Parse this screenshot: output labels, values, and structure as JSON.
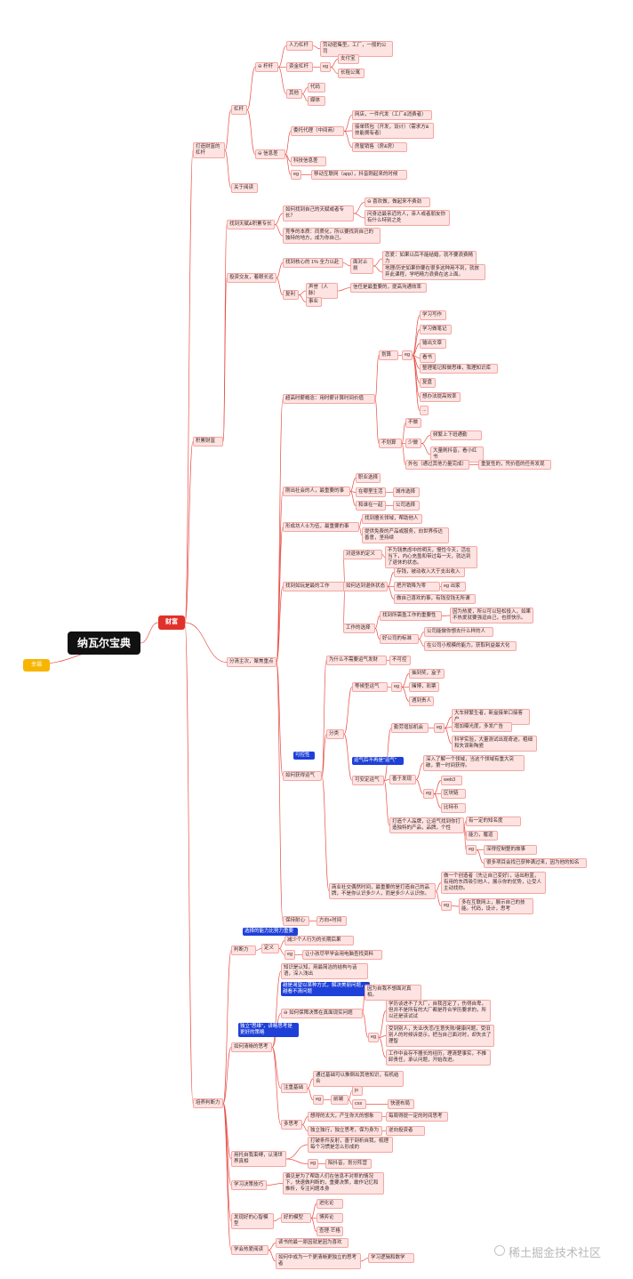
{
  "nodes": [
    {
      "id": "n1",
      "text": "纳瓦尔宝典",
      "cls": "root"
    },
    {
      "id": "n2",
      "text": "财富",
      "cls": "hub"
    },
    {
      "id": "n3",
      "text": "幸福",
      "cls": "yellow"
    },
    {
      "id": "n4",
      "text": "打造财富的杠杆"
    },
    {
      "id": "n5",
      "text": "杠杆"
    },
    {
      "id": "n6",
      "text": "⊖ 杆杆"
    },
    {
      "id": "n7",
      "text": "人力杠杆"
    },
    {
      "id": "n8",
      "text": "劳动密集型，工厂，一般的公司"
    },
    {
      "id": "n9",
      "text": "资金杠杆"
    },
    {
      "id": "n10",
      "text": "eg"
    },
    {
      "id": "n11",
      "text": "支付宝"
    },
    {
      "id": "n12",
      "text": "长租公寓"
    },
    {
      "id": "n13",
      "text": "其他"
    },
    {
      "id": "n14",
      "text": "代码"
    },
    {
      "id": "n15",
      "text": "媒体"
    },
    {
      "id": "n16",
      "text": "⊖ 信息差"
    },
    {
      "id": "n17",
      "text": "委托代理（中间商）"
    },
    {
      "id": "n18",
      "text": "网店，一件代发（工厂&消费者）"
    },
    {
      "id": "n19",
      "text": "接单转包（开发，设计）（需求方&技能拥有者）"
    },
    {
      "id": "n20",
      "text": "房屋销售（房&房）"
    },
    {
      "id": "n21",
      "text": "科技信息差"
    },
    {
      "id": "n22",
      "text": "eg"
    },
    {
      "id": "n23",
      "text": "移动互联网（app），抖音刚起来的时候"
    },
    {
      "id": "n24",
      "text": "关于阅读"
    },
    {
      "id": "n25",
      "text": "找到天赋&积累专长"
    },
    {
      "id": "n26",
      "text": "如何找到自己的天赋或者专长？"
    },
    {
      "id": "n27",
      "text": "⊖ 喜欢做，做起来不费劲"
    },
    {
      "id": "n28",
      "text": "问身边最亲近的人，亲人或者朋友你有什么特别之处"
    },
    {
      "id": "n29",
      "text": "竞争的本质：同质化，所以要找到自己的独特的地方，成为你自己。"
    },
    {
      "id": "n30",
      "text": "投资交友，着眼长远"
    },
    {
      "id": "n31",
      "text": "找到核心的 1% 全力以赴"
    },
    {
      "id": "n32",
      "text": "面对止损"
    },
    {
      "id": "n33",
      "text": "恋爱：如果以后不能结婚，就不要浪费精力"
    },
    {
      "id": "n34",
      "text": "地理/历史如果你要在很多这种用不到，就放弃此课程，学吧精力浪费在这上面。"
    },
    {
      "id": "n35",
      "text": "复利"
    },
    {
      "id": "n36",
      "text": "声誉（人脉）"
    },
    {
      "id": "n37",
      "text": "信任是最重要的，提高沟通效率"
    },
    {
      "id": "n38",
      "text": "事业"
    },
    {
      "id": "n39",
      "text": "积累财富"
    },
    {
      "id": "n40",
      "text": "超高时薪概念：用时薪计算时间价值"
    },
    {
      "id": "n41",
      "text": "划算"
    },
    {
      "id": "n42",
      "text": "eg"
    },
    {
      "id": "n43",
      "text": "学习写作"
    },
    {
      "id": "n44",
      "text": "学习做笔记"
    },
    {
      "id": "n45",
      "text": "输出文章"
    },
    {
      "id": "n46",
      "text": "看书"
    },
    {
      "id": "n47",
      "text": "整理笔记和做思维，我理知识库"
    },
    {
      "id": "n48",
      "text": "复盘"
    },
    {
      "id": "n49",
      "text": "想办法提高效率"
    },
    {
      "id": "n50",
      "text": "..."
    },
    {
      "id": "n51",
      "text": "不划算"
    },
    {
      "id": "n52",
      "text": "不做"
    },
    {
      "id": "n53",
      "text": "少做"
    },
    {
      "id": "n54",
      "text": "频繁上下班通勤"
    },
    {
      "id": "n55",
      "text": "大量刷抖音，看小红书"
    },
    {
      "id": "n56",
      "text": "外包（通过其他力量完成）"
    },
    {
      "id": "n57",
      "text": "重复性的，凭价值的任务发现"
    },
    {
      "id": "n58",
      "text": "刚出社会的人，最重要的事"
    },
    {
      "id": "n59",
      "text": "职业选择"
    },
    {
      "id": "n60",
      "text": "在哪里生活"
    },
    {
      "id": "n61",
      "text": "城市选择"
    },
    {
      "id": "n62",
      "text": "和谁在一起"
    },
    {
      "id": "n63",
      "text": "公司选择"
    },
    {
      "id": "n64",
      "text": "形成坊人士为伍，最重要的事"
    },
    {
      "id": "n65",
      "text": "找到擅长领域，帮助他人"
    },
    {
      "id": "n66",
      "text": "提供免费的产品或服务，向世界传达善意，坚持续"
    },
    {
      "id": "n67",
      "text": "分清主次，聚焦重点"
    },
    {
      "id": "n68",
      "text": "找到如玩是最的工作"
    },
    {
      "id": "n69",
      "text": "对退休的定义"
    },
    {
      "id": "n70",
      "text": "不为钱焦虑中的明天，慢性今天，活在当下，内心充盈和带过每一天，就达到了退休的状态。"
    },
    {
      "id": "n71",
      "text": "如何达到退休状态"
    },
    {
      "id": "n72",
      "text": "存钱，被动收入大于支出收入"
    },
    {
      "id": "n73",
      "text": "把开销降为零"
    },
    {
      "id": "n74",
      "text": "eg 出家"
    },
    {
      "id": "n75",
      "text": "做自己喜欢的事，有钱没钱无所谓"
    },
    {
      "id": "n76",
      "text": "工作的选择"
    },
    {
      "id": "n77",
      "text": "找到所需盈工作的重要性"
    },
    {
      "id": "n78",
      "text": "因为热爱，所以可以轻松投入，如果不热爱就要强迫自己，也很快乐。"
    },
    {
      "id": "n79",
      "text": "好公司的标准"
    },
    {
      "id": "n80",
      "text": "公司能做你想去什么样的人"
    },
    {
      "id": "n81",
      "text": "在公司小规模的能力，获取利益最大化"
    },
    {
      "id": "n82",
      "text": "为什么不需要运气发财"
    },
    {
      "id": "n83",
      "text": "不可控"
    },
    {
      "id": "n84",
      "text": "等候型运气"
    },
    {
      "id": "n85",
      "text": "eg"
    },
    {
      "id": "n86",
      "text": "抽到奖，盒子"
    },
    {
      "id": "n87",
      "text": "赌博，彩票"
    },
    {
      "id": "n88",
      "text": "遇到贵人"
    },
    {
      "id": "n89",
      "text": "分类"
    },
    {
      "id": "n90",
      "text": "勤劳增加机会"
    },
    {
      "id": "n91",
      "text": "eg"
    },
    {
      "id": "n92",
      "text": "大车频繁生者，新盒接单口接客户"
    },
    {
      "id": "n93",
      "text": "增加曝光度，多发广告"
    },
    {
      "id": "n94",
      "text": "科学实验，大量测试出现奇迹，粗细和失误新陶瓷"
    },
    {
      "id": "n95",
      "text": "运气后不再是\"运气\"",
      "cls": "blue"
    },
    {
      "id": "n96",
      "text": "可安定运气"
    },
    {
      "id": "n97",
      "text": "善于发现"
    },
    {
      "id": "n98",
      "text": "深入了解一个领域，当这个领域有重大突破，第一时间获得。"
    },
    {
      "id": "n99",
      "text": "eg"
    },
    {
      "id": "n100",
      "text": "web3"
    },
    {
      "id": "n101",
      "text": "区块链"
    },
    {
      "id": "n102",
      "text": "比特币"
    },
    {
      "id": "n103",
      "text": "可控性",
      "cls": "blue"
    },
    {
      "id": "n104",
      "text": "如何获得运气"
    },
    {
      "id": "n105",
      "text": "打造个人品牌，让运气找到你打造独特的产品，品牌，个性"
    },
    {
      "id": "n106",
      "text": "有一定的知名度"
    },
    {
      "id": "n107",
      "text": "能力，履道"
    },
    {
      "id": "n108",
      "text": "eg"
    },
    {
      "id": "n109",
      "text": "深得控制整的故事"
    },
    {
      "id": "n110",
      "text": "很多项目会找已获种满过来，因为他的知名"
    },
    {
      "id": "n111",
      "text": "商业社交偶然时间，最重要的是打造自己的品牌，不是你认识多少人，而是多少人认识你。"
    },
    {
      "id": "n112",
      "text": "做一个创造者（先让自己变好），话出粉蓝，有用的东西吸引他人，展示你的优势，让受人主动找你。"
    },
    {
      "id": "n113",
      "text": "eg"
    },
    {
      "id": "n114",
      "text": "多在互联网上，展示自己的技能。代码，设计，思考"
    },
    {
      "id": "n115",
      "text": "保持耐心"
    },
    {
      "id": "n116",
      "text": "方向+时间"
    },
    {
      "id": "n117",
      "text": "选择的能力比努力重要",
      "cls": "blue"
    },
    {
      "id": "n118",
      "text": "判断力"
    },
    {
      "id": "n119",
      "text": "定义"
    },
    {
      "id": "n120",
      "text": "减少个人行为的长期后果"
    },
    {
      "id": "n121",
      "text": "eg"
    },
    {
      "id": "n122",
      "text": "让小孩尽早学会用电脑查找资料"
    },
    {
      "id": "n123",
      "text": "知识是认知，用最简洁的结构与话语，深入浅出"
    },
    {
      "id": "n124",
      "text": "越是渴望以某种方式，解决美丽问题，越看不清问题",
      "cls": "blue"
    },
    {
      "id": "n125",
      "text": "⊖ 如何保障决策在真面现实问题"
    },
    {
      "id": "n126",
      "text": "因为自我不想面对真相。"
    },
    {
      "id": "n127",
      "text": "学历谈进不了大厂，自我否定了，伤得自卑，但并不是所有的大厂都是符合学历要求的，所以还是该试试"
    },
    {
      "id": "n128",
      "text": "eg"
    },
    {
      "id": "n129",
      "text": "受到别人，失业/失恋/生意失败/健康问题，受旧别人的时候诉提示，把当自己面对时，却失去了理智"
    },
    {
      "id": "n130",
      "text": "工作中会存不擅长的经历，理清楚事实，不推卸责任，承认问题，开始改进。"
    },
    {
      "id": "n131",
      "text": "独立\"思维\"，讲略思考是更好的策略",
      "cls": "blue"
    },
    {
      "id": "n132",
      "text": "如何清晰的思考"
    },
    {
      "id": "n133",
      "text": "注重基础"
    },
    {
      "id": "n134",
      "text": "通过基础可以推倒出其他知识，有机结合"
    },
    {
      "id": "n135",
      "text": "eg"
    },
    {
      "id": "n136",
      "text": "前端"
    },
    {
      "id": "n137",
      "text": "js"
    },
    {
      "id": "n138",
      "text": "css"
    },
    {
      "id": "n139",
      "text": "快速布局"
    },
    {
      "id": "n140",
      "text": "多思考"
    },
    {
      "id": "n141",
      "text": "想得的太大，产生你大的想象"
    },
    {
      "id": "n142",
      "text": "每周得提一定的时间思考"
    },
    {
      "id": "n143",
      "text": "独立独行，独立思考，保为身为"
    },
    {
      "id": "n144",
      "text": "逆向投资者"
    },
    {
      "id": "n145",
      "text": "培养判断力"
    },
    {
      "id": "n146",
      "text": "用托自我束缚，认清世界真相"
    },
    {
      "id": "n147",
      "text": "打破条件反射，善于剖析自我，梳理每个习惯是怎么形成的"
    },
    {
      "id": "n148",
      "text": "eg"
    },
    {
      "id": "n149",
      "text": "陷抖音，划分阵营"
    },
    {
      "id": "n150",
      "text": "学习决策技巧"
    },
    {
      "id": "n151",
      "text": "偏见是为了帮助人们在信息不对称的情况下，快速做判断的，重要决策，敢作记忆和推析，专注问题本身"
    },
    {
      "id": "n152",
      "text": "发现好的心智模型"
    },
    {
      "id": "n153",
      "text": "好的模型"
    },
    {
      "id": "n154",
      "text": "进化论"
    },
    {
      "id": "n155",
      "text": "博弈论"
    },
    {
      "id": "n156",
      "text": "查理·芒格"
    },
    {
      "id": "n157",
      "text": "学会热爱阅读"
    },
    {
      "id": "n158",
      "text": "读书的最一原因就是因为喜欢"
    },
    {
      "id": "n159",
      "text": "如何中成为一个更清晰更独立的思考者"
    },
    {
      "id": "n160",
      "text": "学习逻辑和数学"
    }
  ],
  "watermark": "稀土掘金技术社区"
}
